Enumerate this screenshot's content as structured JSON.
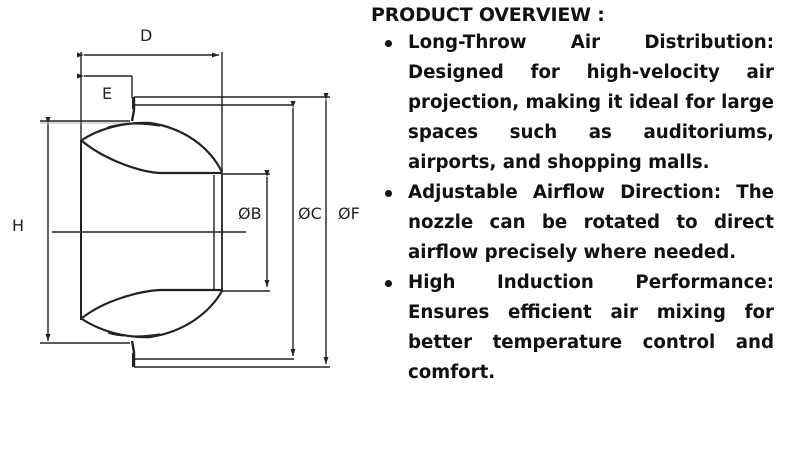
{
  "diagram": {
    "labels": {
      "D": "D",
      "E": "E",
      "H": "H",
      "B": "ØB",
      "C": "ØC",
      "F": "ØF"
    },
    "line_color": "#222222"
  },
  "overview": {
    "heading": "PRODUCT OVERVIEW :",
    "items": [
      {
        "text": "Long-Throw Air Distribution: Designed for high-velocity air projection, making it ideal for large spaces such as auditoriums, airports, and shopping malls."
      },
      {
        "text": "Adjustable Airflow Direction: The nozzle can be rotated to direct airflow precisely where needed."
      },
      {
        "text": "High Induction Performance: Ensures efficient air mixing for better temperature control and comfort."
      }
    ]
  }
}
